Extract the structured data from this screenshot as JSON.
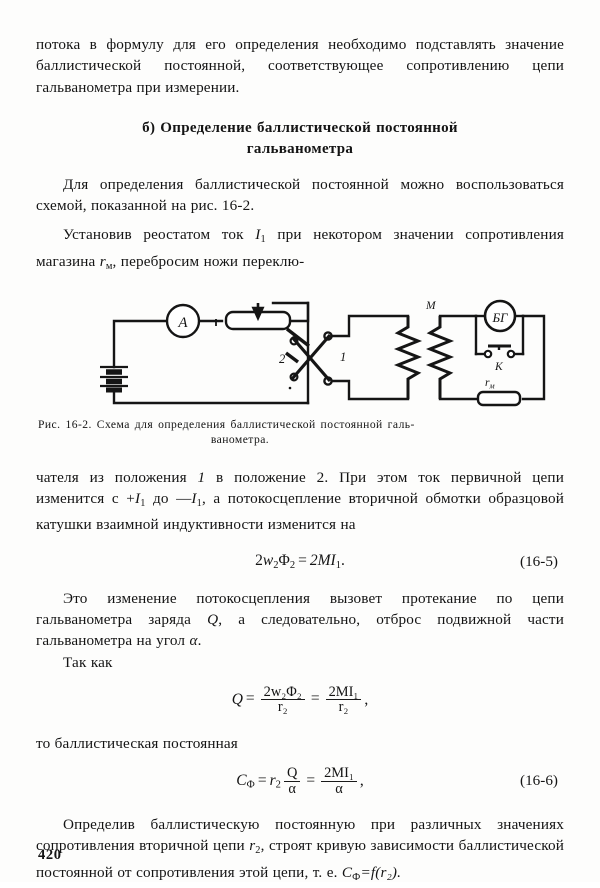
{
  "page": {
    "number": "420",
    "language": "ru"
  },
  "paragraphs": {
    "p1": "потока в формулу для его определения необходимо подставлять значение баллистической постоянной, соответствующее сопротивлению цепи гальванометра при измерении.",
    "p2": "Для определения баллистической постоянной можно воспользоваться схемой, показанной на рис. 16-2.",
    "p3_a": "Установив реостатом ток ",
    "p3_b": " при некотором значении сопротивления магазина ",
    "p3_c": ", перебросим ножи переклю-",
    "p4_a": "чателя из положения ",
    "p4_b": " в положение ",
    "p4_c": ". При этом ток первичной цепи изменится с +",
    "p4_d": " до —",
    "p4_e": ", а потокосцепление вторичной обмотки образцовой катушки взаимной индуктивности изменится на",
    "p5_a": "Это изменение потокосцепления вызовет протекание по цепи гальванометра заряда ",
    "p5_b": ", а следовательно, отброс подвижной части гальванометра на угол ",
    "p5_c": ".",
    "p6": "Так как",
    "p7": "то баллистическая постоянная",
    "p8_a": "Определив баллистическую постоянную при различных значениях сопротивления вторичной цепи ",
    "p8_b": ", строят кривую зависимости баллистической постоянной от сопротивления этой цепи, т. е. "
  },
  "heading": {
    "line1": "б) Определение баллистической постоянной",
    "line2": "гальванометра"
  },
  "figure": {
    "caption_line1": "Рис. 16-2. Схема для определения баллистической постоянной галь-",
    "caption_line2": "ванометра.",
    "labels": {
      "ammeter": "А",
      "switch_pos2": "2",
      "switch_pos1": "1",
      "mutual_inductance": "М",
      "galvanometer": "БГ",
      "key": "К",
      "resistor_box": "r",
      "resistor_box_sub": "м"
    }
  },
  "formulas": {
    "f165": {
      "lhs_coef": "2",
      "lhs_w": "w",
      "lhs_w_sub": "2",
      "lhs_phi": "Φ",
      "lhs_phi_sub": "2",
      "eq": "=",
      "rhs": "2MI",
      "rhs_sub": "1",
      "tail": ".",
      "number": "(16-5)"
    },
    "fq": {
      "lhs": "Q",
      "eq1": "=",
      "num1": "2w₂Φ₂",
      "den1": "r₂",
      "eq2": "=",
      "num2": "2MI₁",
      "den2": "r₂",
      "tail": ","
    },
    "f166": {
      "lhs": "C",
      "lhs_sub": "Ф",
      "eq1": "=",
      "r2": "r",
      "r2_sub": "2",
      "num1": "Q",
      "den1": "α",
      "eq2": "=",
      "num2": "2MI₁",
      "den2": "α",
      "tail": ",",
      "number": "(16-6)"
    },
    "inline": {
      "I1": "I",
      "I1_sub": "1",
      "rm": "r",
      "rm_sub": "м",
      "pos1": "1",
      "pos2": "2",
      "Q": "Q",
      "alpha": "α",
      "r2": "r",
      "r2_sub": "2",
      "Cf": "C",
      "Cf_sub": "Ф",
      "f_of": "=f(r₂)."
    }
  },
  "colors": {
    "ink": "#141414",
    "paper": "#fdfdfc"
  }
}
